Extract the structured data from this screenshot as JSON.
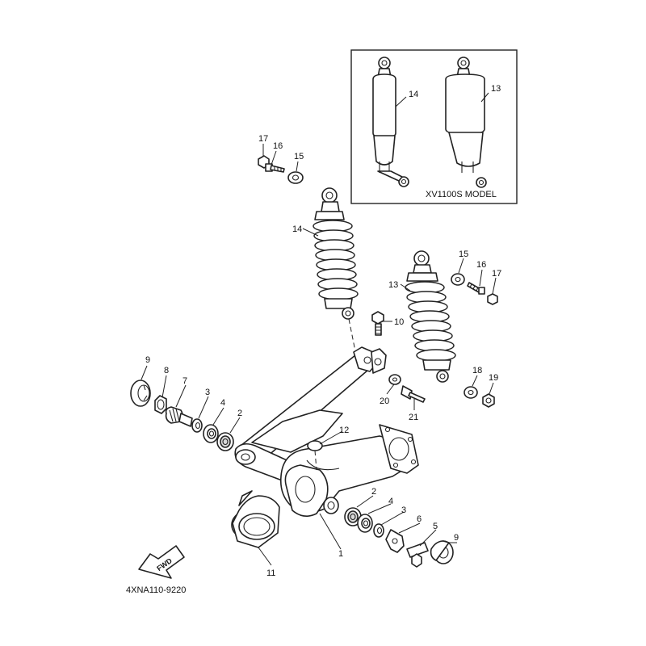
{
  "inset": {
    "label": "XV1100S MODEL",
    "callouts": [
      "14",
      "13"
    ]
  },
  "diagram_code": "4XNA110-9220",
  "fwd_label": "FWD",
  "callouts": {
    "c17a": "17",
    "c16a": "16",
    "c15a": "15",
    "c14": "14",
    "c15b": "15",
    "c16b": "16",
    "c17b": "17",
    "c13": "13",
    "c10": "10",
    "c9a": "9",
    "c8": "8",
    "c7": "7",
    "c3a": "3",
    "c4a": "4",
    "c2a": "2",
    "c12": "12",
    "c18": "18",
    "c19": "19",
    "c20": "20",
    "c21": "21",
    "c2b": "2",
    "c4b": "4",
    "c3b": "3",
    "c6": "6",
    "c5": "5",
    "c9b": "9",
    "c1": "1",
    "c11": "11"
  }
}
